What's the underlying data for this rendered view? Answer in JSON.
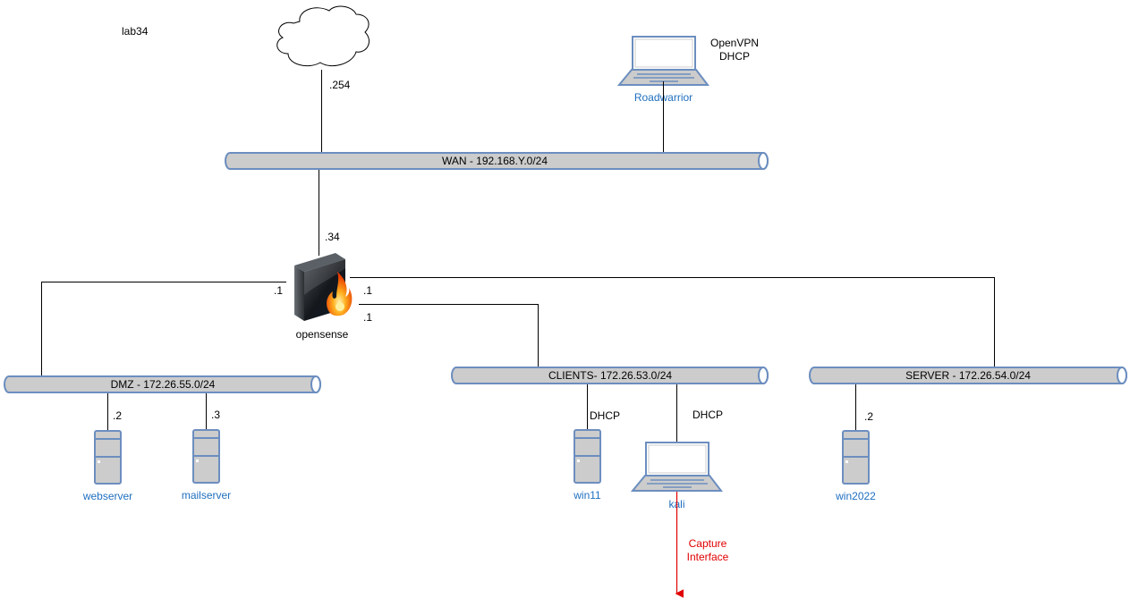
{
  "diagram": {
    "title": "lab34",
    "internet": {
      "icon": "cloud-icon",
      "ip": ".254"
    },
    "roadwarrior": {
      "label": "Roadwarrior",
      "icon": "laptop-icon",
      "note_line1": "OpenVPN",
      "note_line2": "DHCP"
    },
    "networks": {
      "wan": {
        "label": "WAN -  192.168.Y.0/24"
      },
      "dmz": {
        "label": "DMZ -  172.26.55.0/24"
      },
      "clients": {
        "label": "CLIENTS-  172.26.53.0/24"
      },
      "server": {
        "label": "SERVER -  172.26.54.0/24"
      }
    },
    "firewall": {
      "label": "opensense",
      "icon": "firewall-icon",
      "wan_ip": ".34",
      "dmz_ip": ".1",
      "server_ip": ".1",
      "clients_ip": ".1"
    },
    "hosts": {
      "webserver": {
        "label": "webserver",
        "ip": ".2",
        "icon": "server-icon"
      },
      "mailserver": {
        "label": "mailserver",
        "ip": ".3",
        "icon": "server-icon"
      },
      "win11": {
        "label": "win11",
        "ip": "DHCP",
        "icon": "server-icon"
      },
      "kali": {
        "label": "kali",
        "ip": "DHCP",
        "icon": "laptop-icon"
      },
      "win2022": {
        "label": "win2022",
        "ip": ".2",
        "icon": "server-icon"
      }
    },
    "capture": {
      "line1": "Capture",
      "line2": "Interface",
      "color": "#e00000"
    },
    "colors": {
      "pipe_fill": "#cccccc",
      "pipe_stroke": "#6c8ebf",
      "host_label": "#1f6fbf"
    }
  }
}
